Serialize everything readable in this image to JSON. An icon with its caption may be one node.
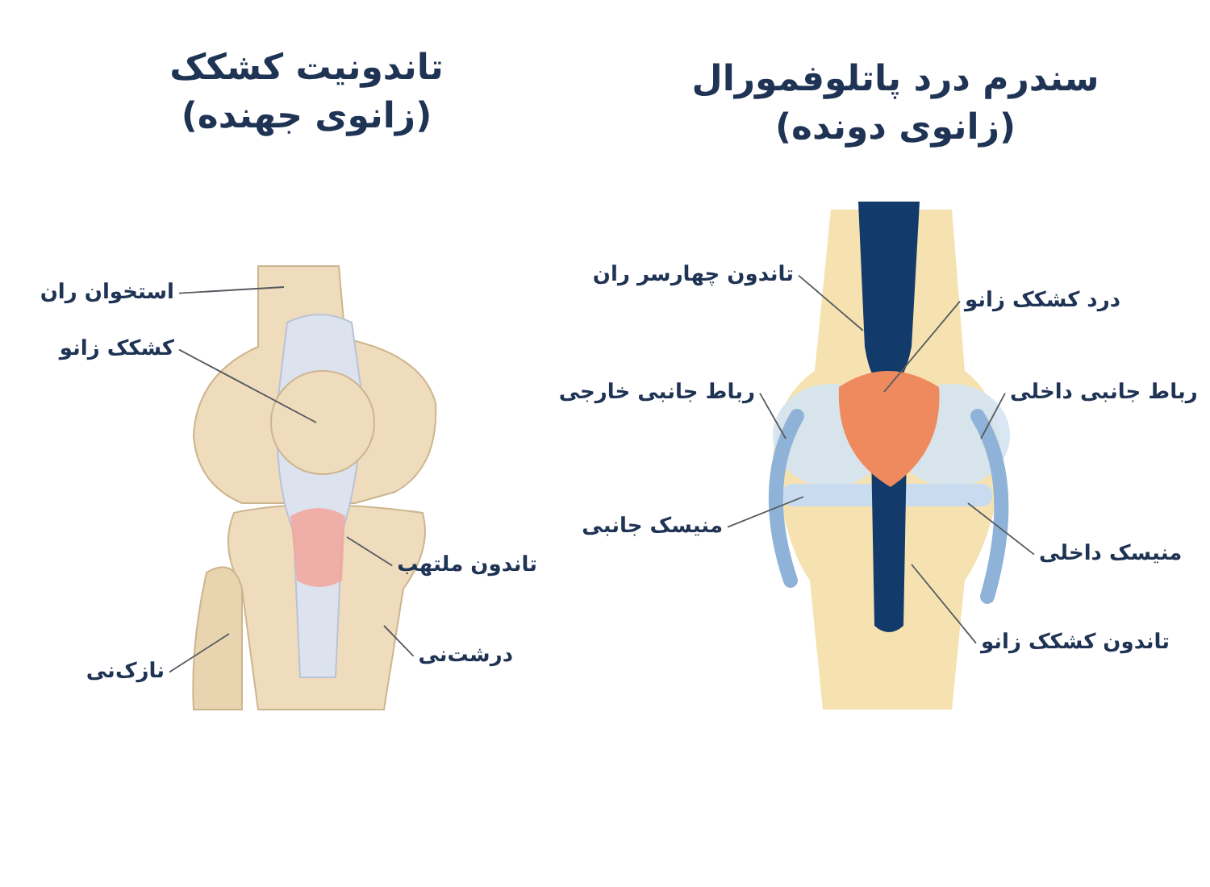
{
  "diagram": {
    "nodes": [
      {
        "text": [
          "استخوان ران"
        ]
      },
      {
        "text": [
          "کشکک زانو"
        ]
      },
      {
        "text": [
          "تاندون ملتهب"
        ]
      },
      {
        "text": [
          "درشت‌نی"
        ]
      },
      {
        "text": [
          "نازک‌نی"
        ]
      },
      {
        "text": [
          "تاندون چهارسر ران"
        ]
      },
      {
        "text": [
          "درد کشکک زانو"
        ]
      },
      {
        "text": [
          "رباط جانبی خارجی"
        ]
      },
      {
        "text": [
          "رباط جانبی داخلی"
        ]
      },
      {
        "text": [
          "منیسک جانبی"
        ]
      },
      {
        "text": [
          "منیسک داخلی"
        ]
      },
      {
        "text": [
          "تاندون کشکک زانو"
        ]
      }
    ],
    "edges": [
      {
        "from": 0,
        "to": null,
        "arrow": "none"
      },
      {
        "from": 1,
        "to": null,
        "arrow": "none"
      },
      {
        "from": 2,
        "to": null,
        "arrow": "none"
      },
      {
        "from": 3,
        "to": null,
        "arrow": "none"
      },
      {
        "from": 4,
        "to": null,
        "arrow": "none"
      },
      {
        "from": 5,
        "to": null,
        "arrow": "none"
      },
      {
        "from": 6,
        "to": null,
        "arrow": "none"
      },
      {
        "from": 7,
        "to": null,
        "arrow": "none"
      },
      {
        "from": 8,
        "to": null,
        "arrow": "none"
      },
      {
        "from": 9,
        "to": null,
        "arrow": "none"
      },
      {
        "from": 10,
        "to": null,
        "arrow": "none"
      },
      {
        "from": 11,
        "to": null,
        "arrow": "none"
      }
    ],
    "labels": [
      "تاندونیت کشکک (زانوی جهنده)",
      "سندرم درد پاتلوفمورال (زانوی دونده)"
    ]
  }
}
